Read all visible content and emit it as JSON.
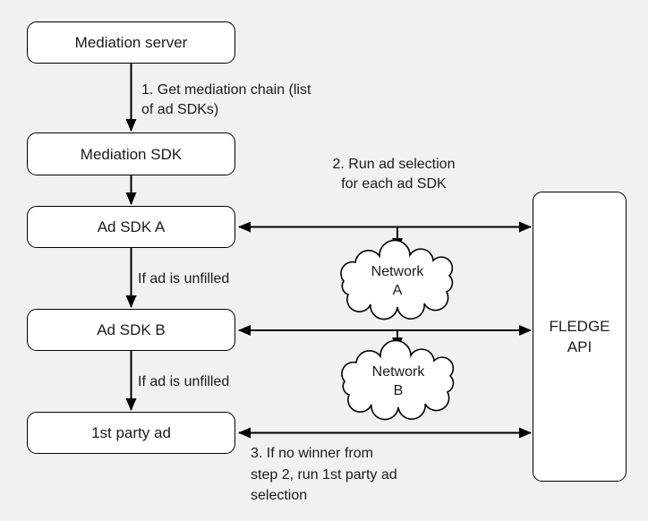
{
  "diagram": {
    "title_hint": "Ad mediation flow with FLEDGE API",
    "colors": {
      "background": "#f1f1f1",
      "node_fill": "#ffffff",
      "stroke": "#000000",
      "text": "#1b1b1b"
    },
    "nodes": {
      "mediation_server": {
        "label": "Mediation server"
      },
      "mediation_sdk": {
        "label": "Mediation SDK"
      },
      "ad_sdk_a": {
        "label": "Ad SDK A"
      },
      "ad_sdk_b": {
        "label": "Ad SDK B"
      },
      "first_party_ad": {
        "label": "1st party ad"
      },
      "fledge_api": {
        "label": "FLEDGE\nAPI"
      },
      "network_a": {
        "label": "Network\nA"
      },
      "network_b": {
        "label": "Network\nB"
      }
    },
    "annotations": {
      "step1": "1. Get mediation chain (list\nof ad SDKs)",
      "step2": "2. Run ad selection\nfor each ad SDK",
      "step3": "3. If no winner from\nstep 2, run 1st party ad\nselection",
      "unfilled_a": "If ad is unfilled",
      "unfilled_b": "If ad is unfilled"
    },
    "edges": [
      "mediation_server -> mediation_sdk (step 1)",
      "mediation_sdk -> ad_sdk_a",
      "ad_sdk_a -> ad_sdk_b (if ad is unfilled)",
      "ad_sdk_b -> first_party_ad (if ad is unfilled)",
      "ad_sdk_a <-> fledge_api",
      "ad_sdk_b <-> fledge_api",
      "first_party_ad <-> fledge_api (step 3)",
      "ad_sdk_a/fledge line -> network_a",
      "ad_sdk_b/fledge line -> network_b"
    ]
  }
}
